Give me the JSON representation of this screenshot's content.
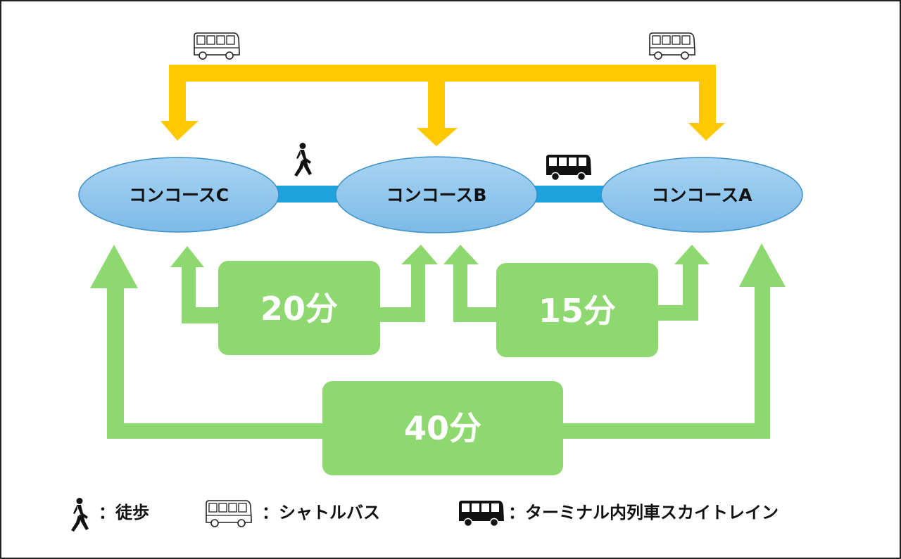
{
  "concourses": {
    "c": "コンコースC",
    "b": "コンコースB",
    "a": "コンコースA"
  },
  "times": {
    "c_to_b": "20分",
    "b_to_a": "15分",
    "c_to_a": "40分"
  },
  "legend": {
    "walk": "：徒歩",
    "shuttle_bus": "：シャトルバス",
    "skytrain": "：ターミナル内列車スカイトレイン"
  },
  "icons": {
    "walk": "walking-person-icon",
    "shuttle_bus": "outline-bus-icon",
    "skytrain": "filled-bus-icon"
  },
  "colors": {
    "shuttle_route": "#FFC800",
    "time_arrows": "#8ED870",
    "connector": "#1DA2DC",
    "ellipse_fill": "#87C1EC",
    "ellipse_stroke": "#3A90C8"
  }
}
